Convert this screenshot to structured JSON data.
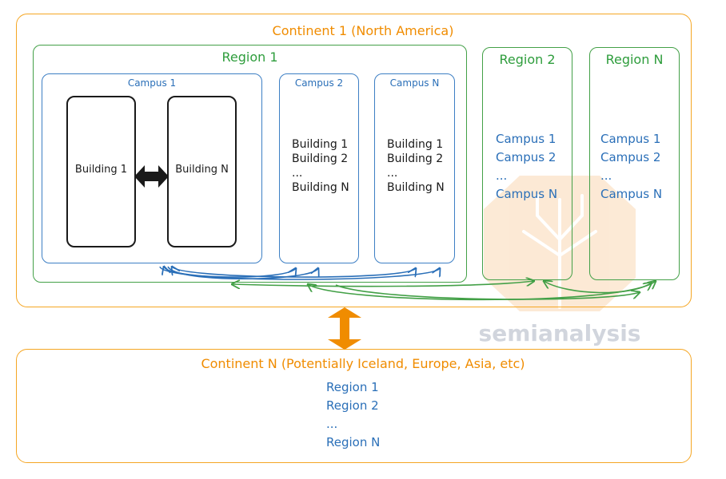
{
  "continent_1": {
    "title": "Continent 1 (North America)",
    "region_1": {
      "title": "Region 1",
      "campus_1": {
        "title": "Campus 1",
        "building_1": "Building 1",
        "building_n": "Building N"
      },
      "campus_2": {
        "title": "Campus 2",
        "buildings": [
          "Building 1",
          "Building 2",
          "...",
          "Building N"
        ]
      },
      "campus_n": {
        "title": "Campus N",
        "buildings": [
          "Building 1",
          "Building 2",
          "...",
          "Building N"
        ]
      }
    },
    "region_2": {
      "title": "Region 2",
      "campuses": [
        "Campus 1",
        "Campus 2",
        "...",
        "Campus N"
      ]
    },
    "region_n": {
      "title": "Region N",
      "campuses": [
        "Campus 1",
        "Campus 2",
        "...",
        "Campus N"
      ]
    }
  },
  "continent_n": {
    "title": "Continent N (Potentially Iceland, Europe, Asia, etc)",
    "regions": [
      "Region 1",
      "Region 2",
      "...",
      "Region N"
    ]
  },
  "watermark": {
    "text": "semianalysis",
    "icon": "circuit-tree-icon"
  },
  "colors": {
    "continent": "#f5a623",
    "region": "#43a047",
    "campus": "#3d7fc4",
    "building": "#1a1a1a",
    "interconnect": "#f08c00"
  }
}
